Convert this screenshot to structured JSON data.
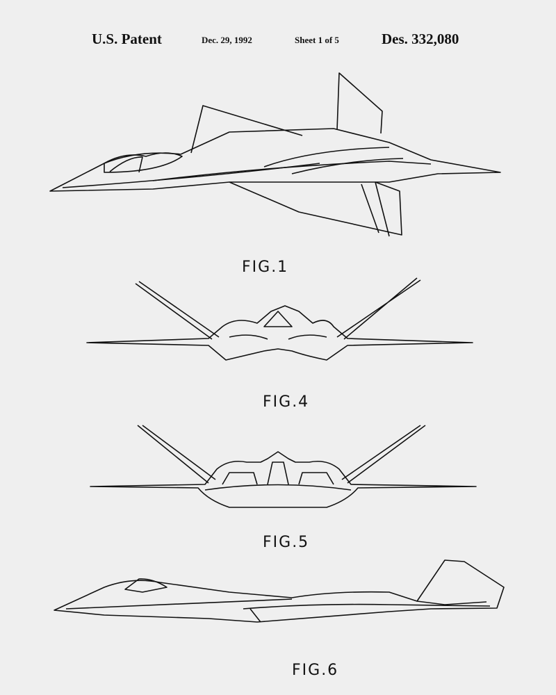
{
  "header": {
    "left": "U.S. Patent",
    "date": "Dec. 29, 1992",
    "sheet": "Sheet 1 of 5",
    "number": "Des. 332,080"
  },
  "figures": [
    {
      "label": "FIG.1"
    },
    {
      "label": "FIG.4"
    },
    {
      "label": "FIG.5"
    },
    {
      "label": "FIG.6"
    }
  ]
}
